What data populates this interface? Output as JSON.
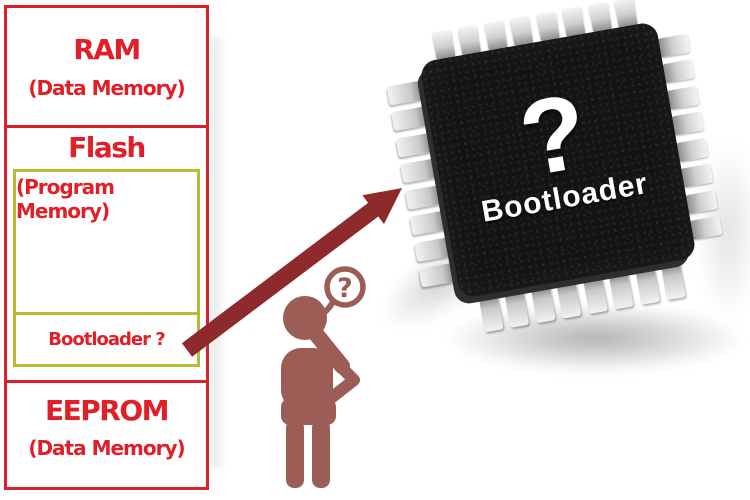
{
  "memory_map": {
    "sections": [
      {
        "title": "RAM",
        "subtitle": "(Data Memory)"
      },
      {
        "title": "Flash",
        "inner_label": "(Program Memory)",
        "bootloader_label": "Bootloader ?"
      },
      {
        "title": "EEPROM",
        "subtitle": "(Data Memory)"
      }
    ]
  },
  "chip": {
    "question": "?",
    "label": "Bootloader"
  },
  "thinker": {
    "bubble": "?"
  },
  "colors": {
    "box_red": "#e01f28",
    "inner_olive": "#b9bc33",
    "arrow_red": "#8e2a2c",
    "figure_red": "#9c5d56",
    "chip_black": "#141414",
    "chip_text": "#ffffff"
  }
}
